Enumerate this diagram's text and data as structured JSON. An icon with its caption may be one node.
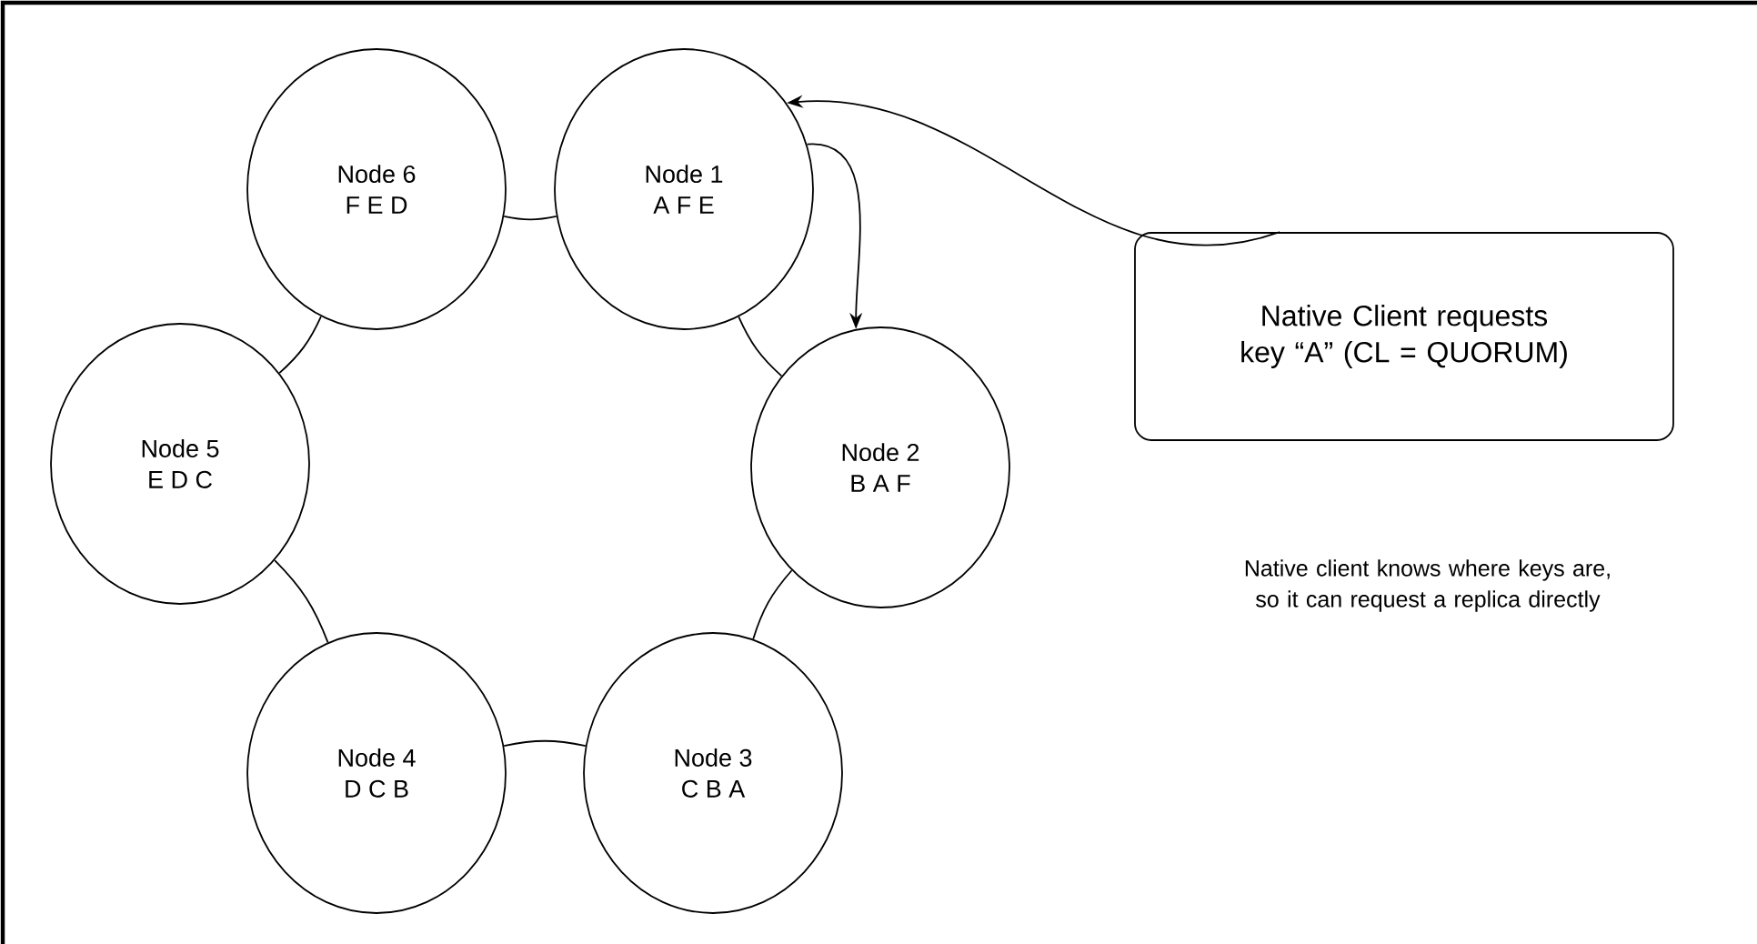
{
  "diagram": {
    "nodes": [
      {
        "text": [
          "Node 1",
          "A F E"
        ]
      },
      {
        "text": [
          "Node 2",
          "B A F"
        ]
      },
      {
        "text": [
          "Node 3",
          "C B A"
        ]
      },
      {
        "text": [
          "Node 4",
          "D C B"
        ]
      },
      {
        "text": [
          "Node 5",
          "E D C"
        ]
      },
      {
        "text": [
          "Node 6",
          "F E D"
        ]
      },
      {
        "text": [
          "Native Client requests key “A” (CL = QUORUM)"
        ]
      }
    ],
    "edges": [
      {
        "from": 6,
        "to": 0,
        "arrow": "to"
      },
      {
        "from": 0,
        "to": 1,
        "arrow": "to"
      },
      {
        "from": 0,
        "to": 1,
        "arrow": "none"
      },
      {
        "from": 1,
        "to": 2,
        "arrow": "none"
      },
      {
        "from": 2,
        "to": 3,
        "arrow": "none"
      },
      {
        "from": 3,
        "to": 4,
        "arrow": "none"
      },
      {
        "from": 4,
        "to": 5,
        "arrow": "none"
      },
      {
        "from": 5,
        "to": 0,
        "arrow": "none"
      }
    ],
    "labels": [
      "Native client knows where keys are, so it can request a replica directly"
    ]
  }
}
